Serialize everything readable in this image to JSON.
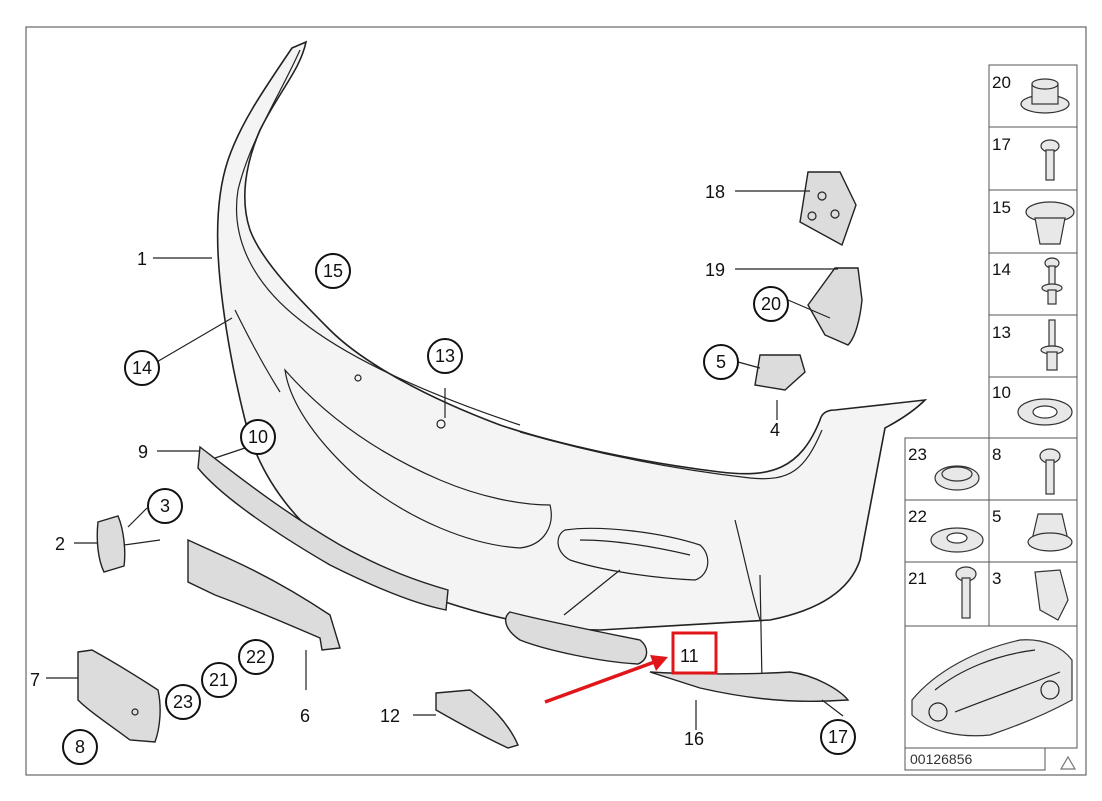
{
  "diagram_number": "00126856",
  "warning_symbol": "triangle-icon",
  "highlight_color": "#e0161b",
  "highlighted_part": "11",
  "callouts": {
    "p1": "1",
    "p2": "2",
    "p3": "3",
    "p4": "4",
    "p5": "5",
    "p6": "6",
    "p7": "7",
    "p8": "8",
    "p9": "9",
    "p10": "10",
    "p11": "11",
    "p12": "12",
    "p13": "13",
    "p14": "14",
    "p15": "15",
    "p16": "16",
    "p17": "17",
    "p18": "18",
    "p19": "19",
    "p20": "20",
    "p21": "21",
    "p22": "22",
    "p23": "23"
  },
  "panel": {
    "cells": [
      "20",
      "17",
      "15",
      "14",
      "13",
      "10",
      "23",
      "8",
      "22",
      "5",
      "21",
      "3"
    ]
  }
}
